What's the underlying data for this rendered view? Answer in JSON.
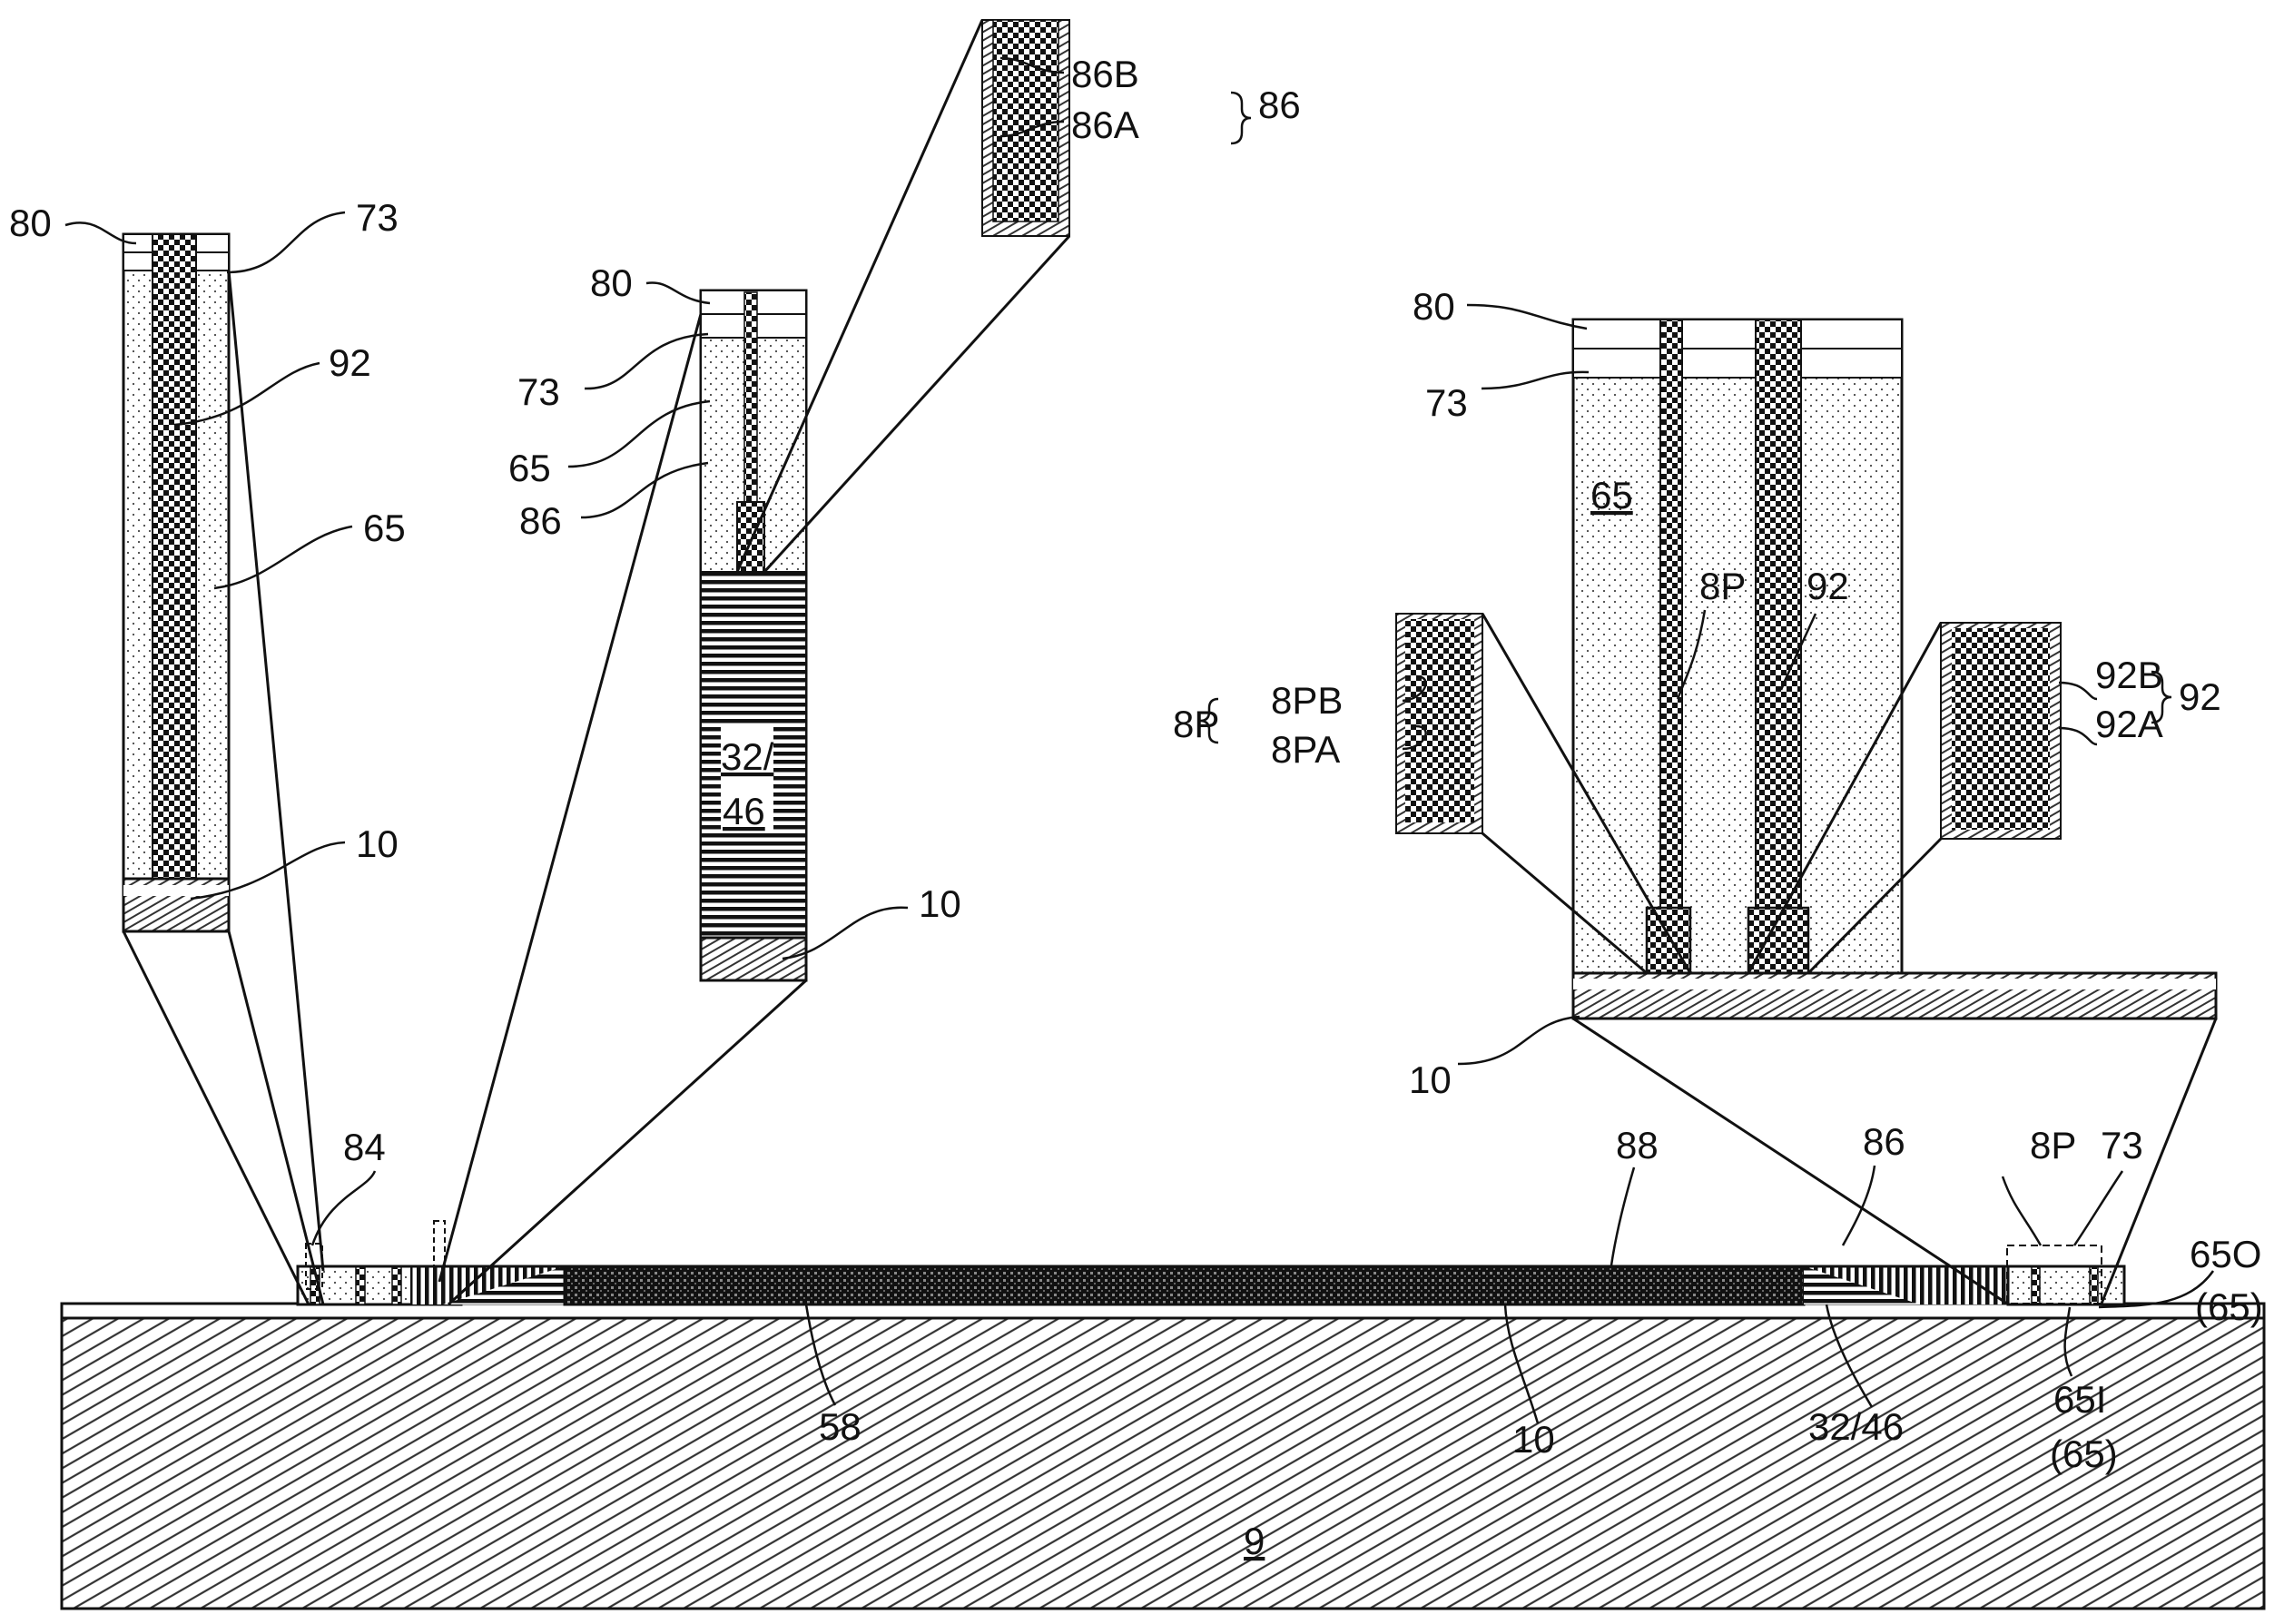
{
  "labels": {
    "l80a": "80",
    "l73a": "73",
    "l92a": "92",
    "l65a": "65",
    "l10a": "10",
    "l80b": "80",
    "l73b": "73",
    "l65b": "65",
    "l86b": "86",
    "l10b": "10",
    "l32b": "32/",
    "l46b": "46",
    "l86B": "86B",
    "l86A": "86A",
    "l86": "86",
    "l80c": "80",
    "l73c": "73",
    "l65c": "65",
    "l8Pc": "8P",
    "l92c": "92",
    "l10c": "10",
    "l8PB": "8PB",
    "l8PA": "8PA",
    "l8P": "8P",
    "l92B": "92B",
    "l92A": "92A",
    "l92": "92",
    "l84": "84",
    "l88": "88",
    "l86s": "86",
    "l8Ps": "8P",
    "l73s": "73",
    "l65O": "65O",
    "l65Op": "(65)",
    "l65I": "65I",
    "l65Ip": "(65)",
    "l58": "58",
    "l10s": "10",
    "l3246": "32/46",
    "l9": "9"
  },
  "patterns": {
    "substrate": "diagonal-hatch",
    "dielectric": "dotted",
    "conductor": "checkerboard",
    "stack": "horizontal-lines"
  }
}
